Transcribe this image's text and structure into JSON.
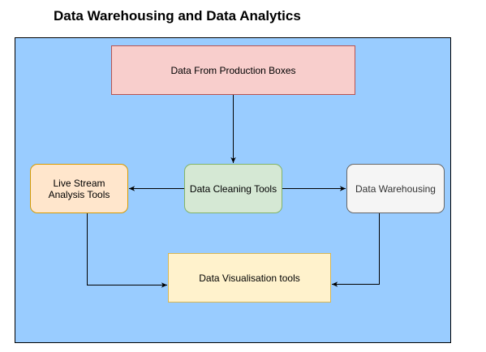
{
  "title": "Data Warehousing and Data Analytics",
  "colors": {
    "canvas_fill": "#99ccff",
    "line": "#000000"
  },
  "nodes": {
    "production": {
      "label": "Data From Production Boxes",
      "fill": "#f8cecc",
      "stroke": "#b85450",
      "text_color": "#000000"
    },
    "cleaning": {
      "label": "Data Cleaning Tools",
      "fill": "#d5e8d4",
      "stroke": "#82b366",
      "text_color": "#000000"
    },
    "live": {
      "label": "Live Stream Analysis Tools",
      "fill": "#ffe6cc",
      "stroke": "#d79b00",
      "text_color": "#000000"
    },
    "warehouse": {
      "label": "Data Warehousing",
      "fill": "#f5f5f5",
      "stroke": "#666666",
      "text_color": "#333333"
    },
    "visual": {
      "label": "Data Visualisation tools",
      "fill": "#fff2cc",
      "stroke": "#d6b656",
      "text_color": "#000000"
    }
  },
  "edges": [
    {
      "from": "production",
      "to": "cleaning"
    },
    {
      "from": "cleaning",
      "to": "live"
    },
    {
      "from": "cleaning",
      "to": "warehouse"
    },
    {
      "from": "live",
      "to": "visual"
    },
    {
      "from": "warehouse",
      "to": "visual"
    }
  ]
}
